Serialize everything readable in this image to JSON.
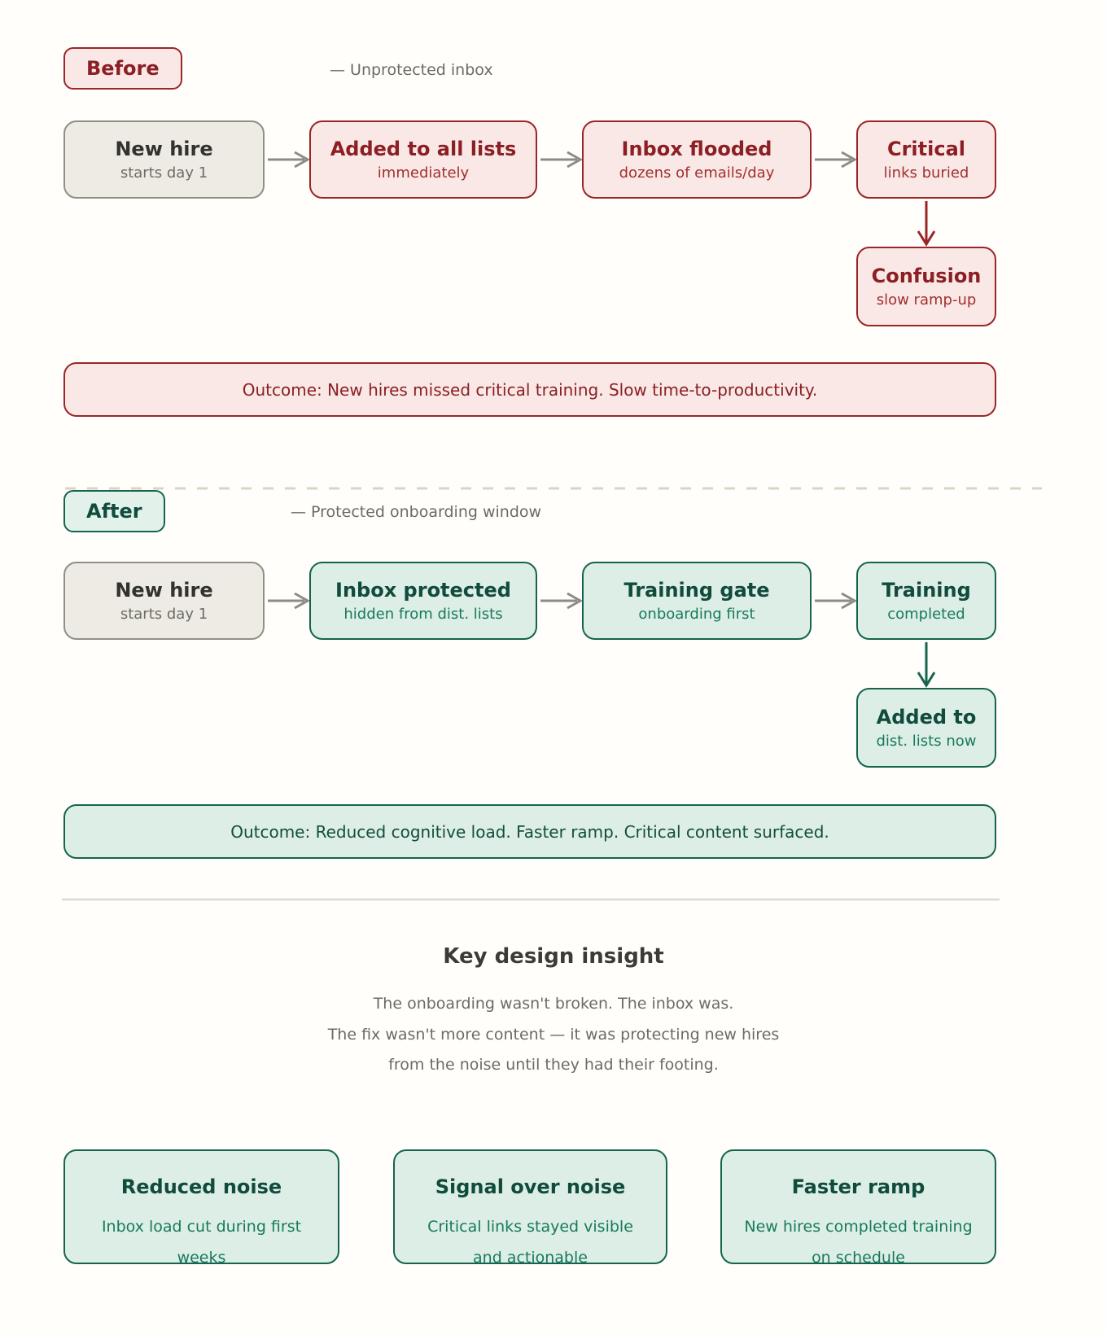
{
  "before": {
    "badge": "Before",
    "caption": "— Unprotected inbox",
    "flow": [
      {
        "title": "New hire",
        "subtitle": "starts day 1"
      },
      {
        "title": "Added to all lists",
        "subtitle": "immediately"
      },
      {
        "title": "Inbox flooded",
        "subtitle": "dozens of emails/day"
      },
      {
        "title": "Critical",
        "subtitle": "links buried"
      }
    ],
    "branch": {
      "title": "Confusion",
      "subtitle": "slow ramp-up"
    },
    "outcome": "Outcome: New hires missed critical training. Slow time-to-productivity."
  },
  "after": {
    "badge": "After",
    "caption": "— Protected onboarding window",
    "flow": [
      {
        "title": "New hire",
        "subtitle": "starts day 1"
      },
      {
        "title": "Inbox protected",
        "subtitle": "hidden from dist. lists"
      },
      {
        "title": "Training gate",
        "subtitle": "onboarding first"
      },
      {
        "title": "Training",
        "subtitle": "completed"
      }
    ],
    "branch": {
      "title": "Added to",
      "subtitle": "dist. lists now"
    },
    "outcome": "Outcome: Reduced cognitive load. Faster ramp. Critical content surfaced."
  },
  "insight": {
    "title": "Key design insight",
    "lines": [
      "The onboarding wasn't broken. The inbox was.",
      "The fix wasn't more content — it was protecting new hires",
      "from the noise until they had their footing."
    ],
    "cards": [
      {
        "title": "Reduced noise",
        "text": "Inbox load cut during first weeks"
      },
      {
        "title": "Signal over noise",
        "text": "Critical links stayed visible and actionable"
      },
      {
        "title": "Faster ramp",
        "text": "New hires completed training on schedule"
      }
    ]
  },
  "colors": {
    "before_accent": "#9a2626",
    "before_fill": "#fae8e6",
    "after_accent": "#15654e",
    "after_fill": "#ddeee6",
    "neutral_fill": "#edebe3",
    "arrow_gray": "#8c8c85"
  }
}
